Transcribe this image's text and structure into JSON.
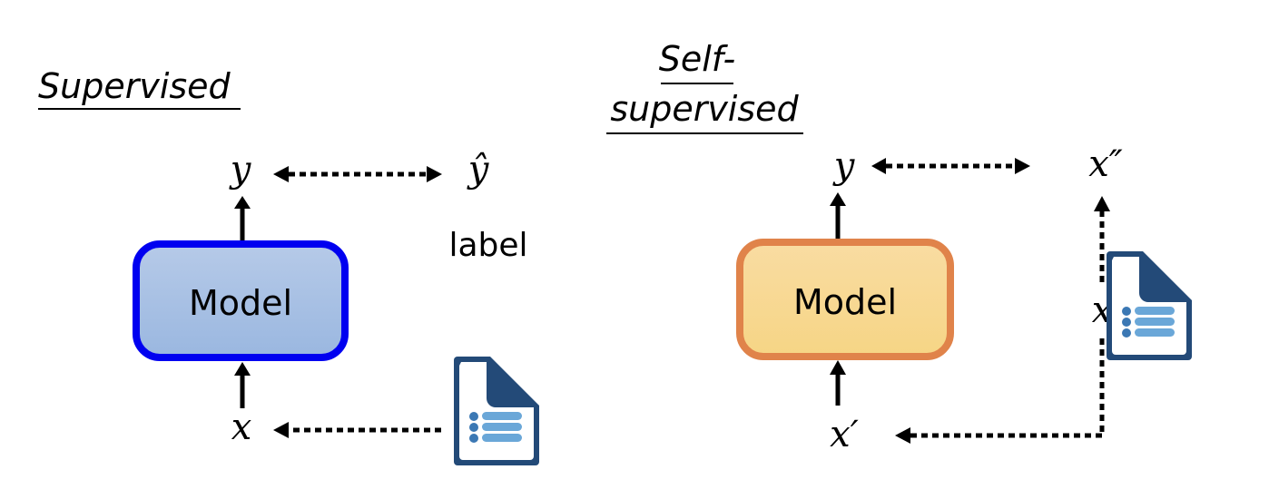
{
  "supervised": {
    "title": "Supervised",
    "model_label": "Model",
    "output": "y",
    "target": "ŷ",
    "target_caption": "label",
    "input": "x",
    "box_border": "#0000f0",
    "box_fill": "#a7bfe3"
  },
  "self_supervised": {
    "title_line1": "Self-",
    "title_line2": "supervised",
    "model_label": "Model",
    "output": "y",
    "target": "x″",
    "source": "x",
    "input": "x′",
    "box_border": "#e0834a",
    "box_fill": "#f8d993"
  },
  "icons": {
    "document": "document-icon",
    "doc_dark": "#234a78",
    "doc_light": "#6aa7d8"
  }
}
